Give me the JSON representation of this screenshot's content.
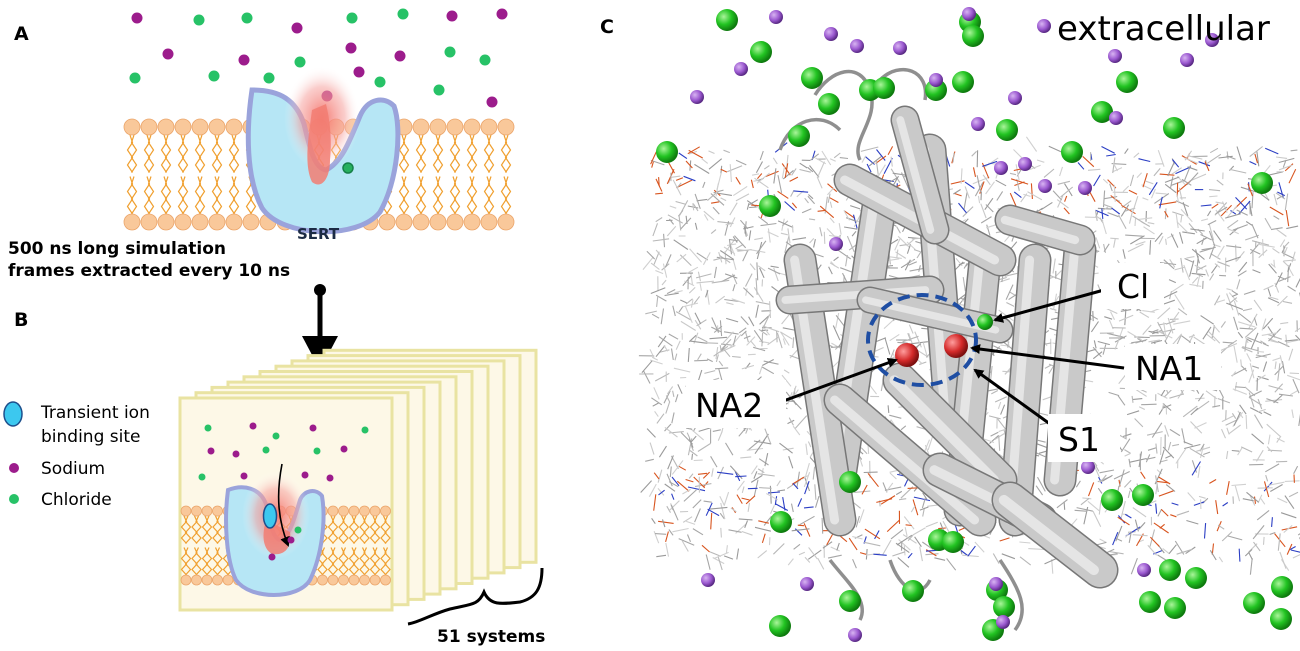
{
  "panels": {
    "A": {
      "letter": "A",
      "protein_label": "SERT",
      "caption_line1": "500 ns long simulation",
      "caption_line2": "frames extracted every 10 ns"
    },
    "B": {
      "letter": "B",
      "legend": {
        "binding_site_line1": "Transient ion",
        "binding_site_line2": "binding site",
        "sodium": "Sodium",
        "chloride": "Chloride"
      },
      "systems_label": "51 systems"
    },
    "C": {
      "letter": "C",
      "region_label": "extracellular",
      "callouts": {
        "cl": "Cl",
        "na1": "NA1",
        "na2": "NA2",
        "s1": "S1"
      }
    }
  },
  "colors": {
    "sodium": "#9c1c8c",
    "chloride": "#27c267",
    "protein_fill": "#b6e6f5",
    "protein_edge": "#9aa3db",
    "lipid_head": "#f9c89a",
    "lipid_tail": "#f0a030",
    "frame_fill": "#fdf8e7",
    "frame_edge": "#e9e3a2",
    "binding_site": "#3cc8ef",
    "sodium_md": "#9b59d0",
    "chloride_md": "#22c422",
    "ion_red": "#d42a2a",
    "helix": "#c8c8c8",
    "callout_ring": "#1f4ea3"
  }
}
